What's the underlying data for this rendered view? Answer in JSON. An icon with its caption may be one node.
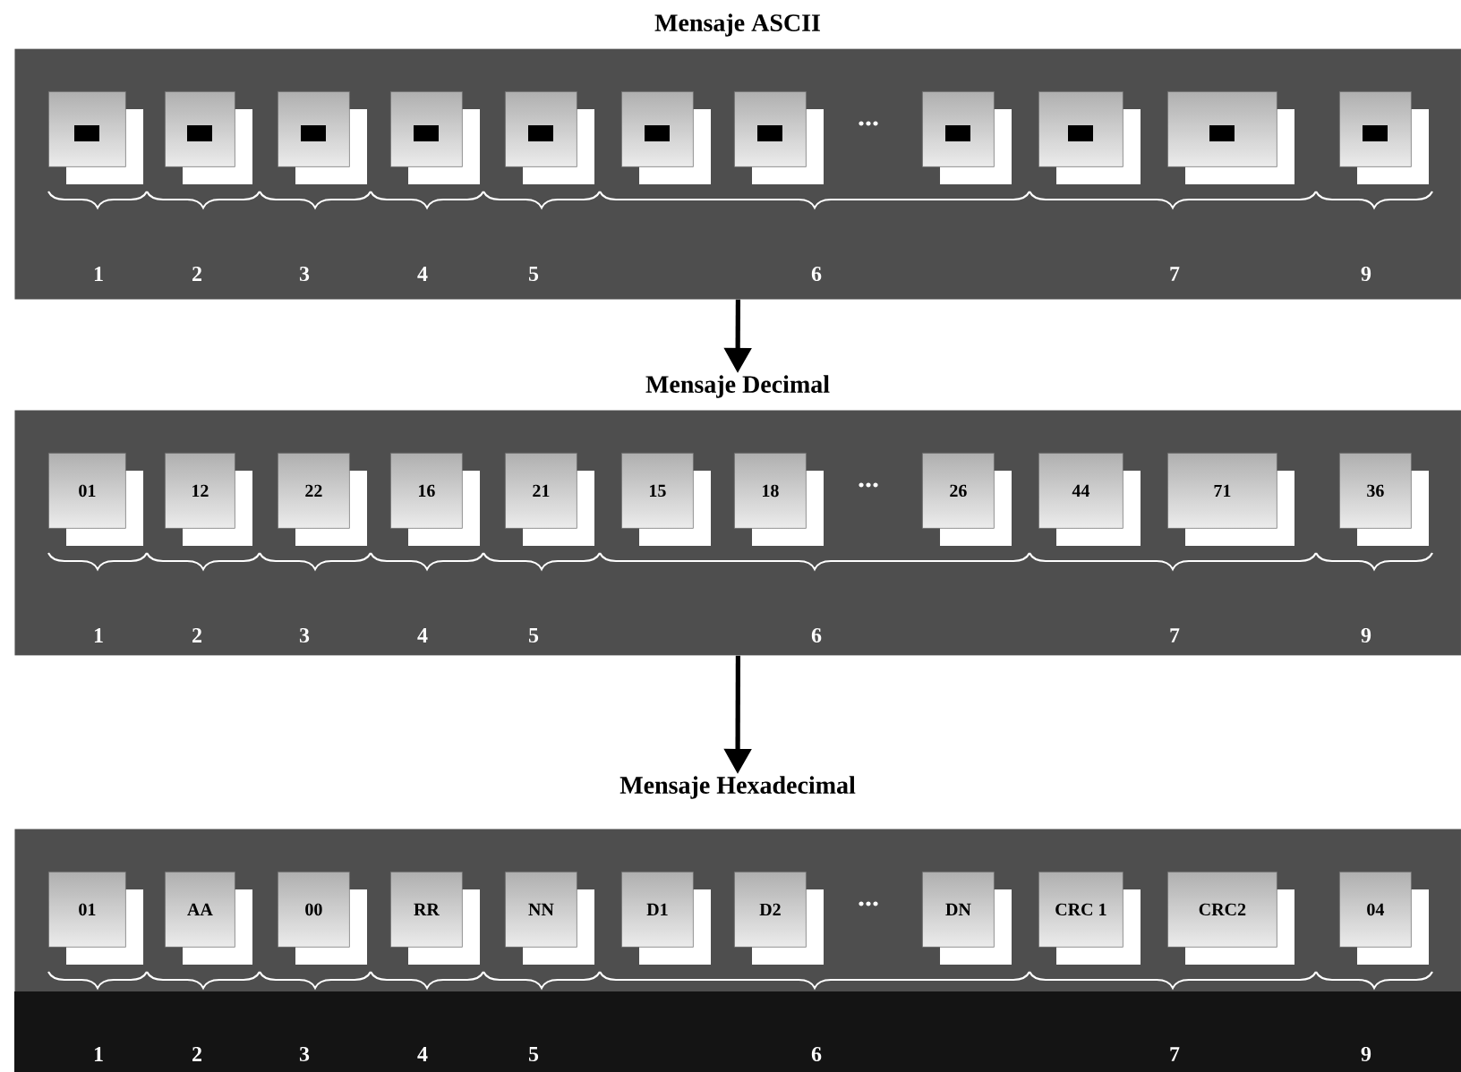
{
  "diagram": {
    "nodes": [
      {
        "text": [
          "Mensaje ASCII"
        ]
      },
      {
        "text": [],
        "shape": "box",
        "in": 0
      },
      {
        "text": [],
        "shape": "box",
        "in": 0
      },
      {
        "text": [],
        "shape": "box",
        "in": 0
      },
      {
        "text": [],
        "shape": "box",
        "in": 0
      },
      {
        "text": [],
        "shape": "box",
        "in": 0
      },
      {
        "text": [],
        "shape": "box",
        "in": 0
      },
      {
        "text": [],
        "shape": "box",
        "in": 0
      },
      {
        "text": [],
        "shape": "box",
        "in": 0
      },
      {
        "text": [],
        "shape": "box",
        "in": 0
      },
      {
        "text": [],
        "shape": "box",
        "in": 0
      },
      {
        "text": [],
        "shape": "box",
        "in": 0
      },
      {
        "text": [
          "Mensaje Decimal"
        ]
      },
      {
        "text": [
          "01"
        ],
        "in": 12
      },
      {
        "text": [
          "12"
        ],
        "in": 12
      },
      {
        "text": [
          "22"
        ],
        "in": 12
      },
      {
        "text": [
          "16"
        ],
        "in": 12
      },
      {
        "text": [
          "21"
        ],
        "in": 12
      },
      {
        "text": [
          "15"
        ],
        "in": 12
      },
      {
        "text": [
          "18"
        ],
        "in": 12
      },
      {
        "text": [
          "26"
        ],
        "in": 12
      },
      {
        "text": [
          "44"
        ],
        "in": 12
      },
      {
        "text": [
          "71"
        ],
        "in": 12
      },
      {
        "text": [
          "36"
        ],
        "in": 12
      },
      {
        "text": [
          "Mensaje Hexadecimal"
        ]
      },
      {
        "text": [
          "01"
        ],
        "in": 24
      },
      {
        "text": [
          "AA"
        ],
        "in": 24
      },
      {
        "text": [
          "00"
        ],
        "in": 24
      },
      {
        "text": [
          "RR"
        ],
        "in": 24
      },
      {
        "text": [
          "NN"
        ],
        "in": 24
      },
      {
        "text": [
          "D1"
        ],
        "in": 24
      },
      {
        "text": [
          "D2"
        ],
        "in": 24
      },
      {
        "text": [
          "DN"
        ],
        "in": 24
      },
      {
        "text": [
          "CRC 1"
        ],
        "in": 24
      },
      {
        "text": [
          "CRC2"
        ],
        "in": 24
      },
      {
        "text": [
          "04"
        ],
        "in": 24
      }
    ],
    "edges": [
      {
        "from": 0,
        "to": 12,
        "arrow": "to"
      },
      {
        "from": 12,
        "to": 24,
        "arrow": "to"
      }
    ],
    "labels": [
      "...",
      "1",
      "2",
      "3",
      "4",
      "5",
      "6",
      "7",
      "9",
      "...",
      "1",
      "2",
      "3",
      "4",
      "5",
      "6",
      "7",
      "9",
      "...",
      "1",
      "2",
      "3",
      "4",
      "5",
      "6",
      "7",
      "9"
    ]
  }
}
